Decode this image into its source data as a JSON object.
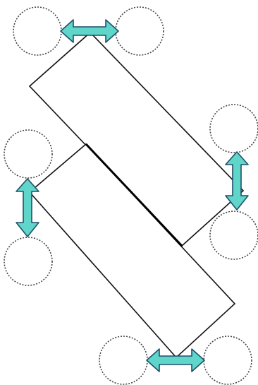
{
  "diagram": {
    "background": "#ffffff",
    "arrow_fill": "#5fd6c9",
    "arrow_stroke": "#1f4f6a",
    "circle_stroke": "#444444",
    "rect_stroke": "#111111",
    "rectangles": [
      {
        "id": "upper-panel"
      },
      {
        "id": "lower-panel"
      }
    ],
    "clearance_pairs": [
      {
        "id": "top",
        "orientation": "horizontal"
      },
      {
        "id": "right",
        "orientation": "vertical"
      },
      {
        "id": "left",
        "orientation": "vertical"
      },
      {
        "id": "bottom",
        "orientation": "horizontal"
      }
    ]
  }
}
